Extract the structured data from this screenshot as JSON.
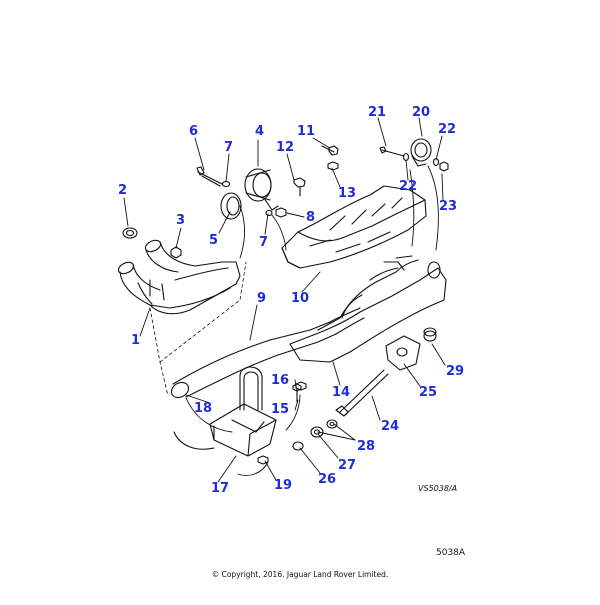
{
  "callouts": [
    {
      "id": "1",
      "text": "1"
    },
    {
      "id": "2",
      "text": "2"
    },
    {
      "id": "3",
      "text": "3"
    },
    {
      "id": "4",
      "text": "4"
    },
    {
      "id": "5",
      "text": "5"
    },
    {
      "id": "6",
      "text": "6"
    },
    {
      "id": "7a",
      "text": "7"
    },
    {
      "id": "7b",
      "text": "7"
    },
    {
      "id": "8",
      "text": "8"
    },
    {
      "id": "9",
      "text": "9"
    },
    {
      "id": "10",
      "text": "10"
    },
    {
      "id": "11",
      "text": "11"
    },
    {
      "id": "12",
      "text": "12"
    },
    {
      "id": "13",
      "text": "13"
    },
    {
      "id": "14",
      "text": "14"
    },
    {
      "id": "15",
      "text": "15"
    },
    {
      "id": "16",
      "text": "16"
    },
    {
      "id": "17",
      "text": "17"
    },
    {
      "id": "18",
      "text": "18"
    },
    {
      "id": "19",
      "text": "19"
    },
    {
      "id": "20",
      "text": "20"
    },
    {
      "id": "21",
      "text": "21"
    },
    {
      "id": "22a",
      "text": "22"
    },
    {
      "id": "22b",
      "text": "22"
    },
    {
      "id": "23",
      "text": "23"
    },
    {
      "id": "24",
      "text": "24"
    },
    {
      "id": "25",
      "text": "25"
    },
    {
      "id": "26",
      "text": "26"
    },
    {
      "id": "27",
      "text": "27"
    },
    {
      "id": "28",
      "text": "28"
    },
    {
      "id": "29",
      "text": "29"
    }
  ],
  "drawing_ref": "VS5038/A",
  "figure_number": "5038A",
  "copyright": "© Copyright, 2016. Jaguar Land Rover Limited.",
  "colors": {
    "callout": "#1f2dd6",
    "line": "#111111"
  }
}
